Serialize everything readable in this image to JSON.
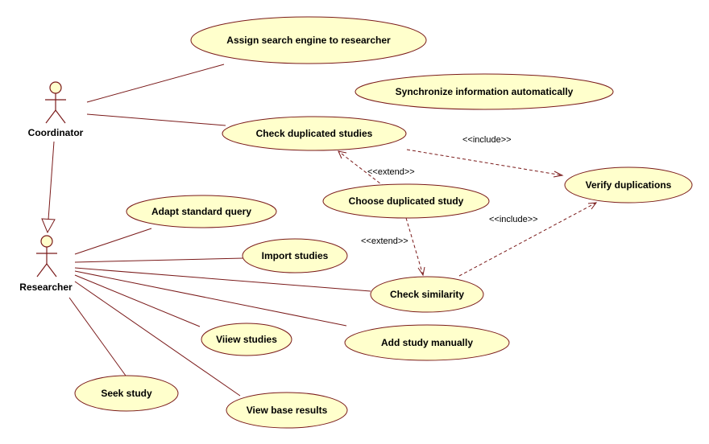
{
  "colors": {
    "use_case_fill": "#ffffcc",
    "line": "#7a1a1a",
    "text": "#000000",
    "background": "#ffffff"
  },
  "actors": {
    "coordinator": {
      "label": "Coordinator"
    },
    "researcher": {
      "label": "Researcher"
    }
  },
  "use_cases": {
    "assign_search_engine": {
      "label": "Assign search engine to researcher"
    },
    "synchronize_information": {
      "label": "Synchronize information automatically"
    },
    "check_duplicated_studies": {
      "label": "Check duplicated studies"
    },
    "verify_duplications": {
      "label": "Verify duplications"
    },
    "choose_duplicated_study": {
      "label": "Choose duplicated study"
    },
    "adapt_standard_query": {
      "label": "Adapt standard query"
    },
    "import_studies": {
      "label": "Import studies"
    },
    "check_similarity": {
      "label": "Check similarity"
    },
    "view_studies": {
      "label": "Viiew studies"
    },
    "add_study_manually": {
      "label": "Add study manually"
    },
    "seek_study": {
      "label": "Seek study"
    },
    "view_base_results": {
      "label": "View base results"
    }
  },
  "relationships": {
    "include_check_dup_to_verify": {
      "label": "<<include>>"
    },
    "extend_choose_to_check_dup": {
      "label": "<<extend>>"
    },
    "include_similarity_to_verify": {
      "label": "<<include>>"
    },
    "extend_choose_to_similarity": {
      "label": "<<extend>>"
    }
  }
}
